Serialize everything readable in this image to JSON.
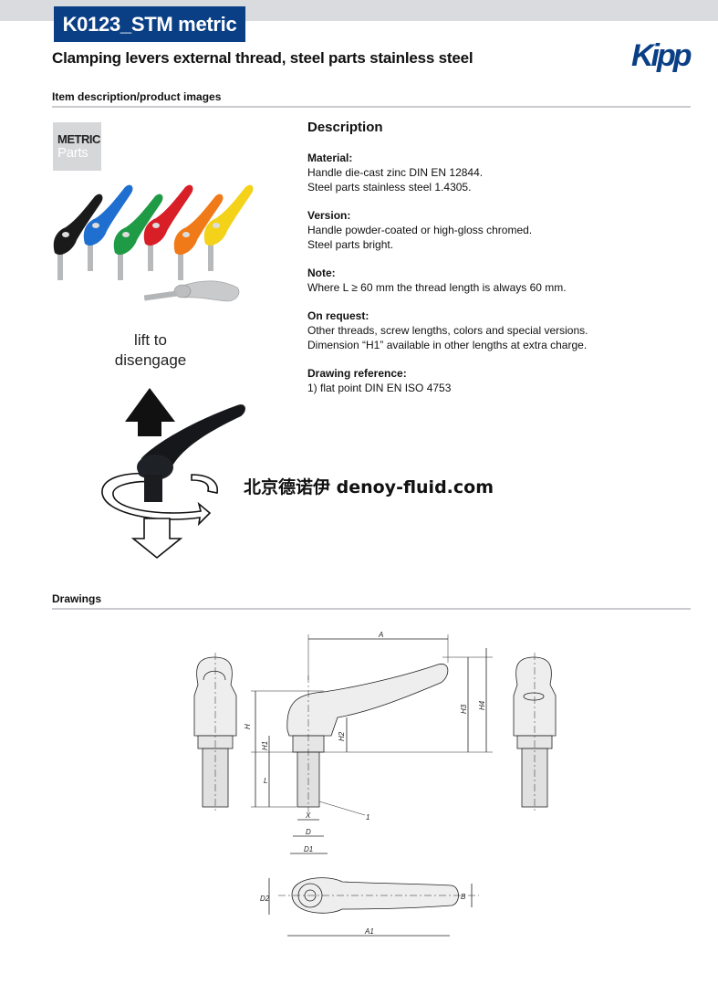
{
  "header": {
    "code": "K0123_STM metric",
    "title": "Clamping levers external thread, steel parts stainless steel",
    "logo_text": "Kipp"
  },
  "sections": {
    "item": "Item description/product images",
    "drawings": "Drawings"
  },
  "badge": {
    "line1": "METRIC",
    "line2": "Parts"
  },
  "lift": {
    "line1": "lift to",
    "line2": "disengage"
  },
  "description": {
    "heading": "Description",
    "material_label": "Material:",
    "material_lines": [
      "Handle die-cast zinc DIN EN 12844.",
      "Steel parts stainless steel 1.4305."
    ],
    "version_label": "Version:",
    "version_lines": [
      "Handle powder-coated or high-gloss chromed.",
      "Steel parts bright."
    ],
    "note_label": "Note:",
    "note_lines": [
      "Where L ≥ 60 mm the thread length is always 60 mm."
    ],
    "request_label": "On request:",
    "request_lines": [
      "Other threads, screw lengths, colors and special versions.",
      "Dimension “H1” available in other lengths at extra charge."
    ],
    "drawref_label": "Drawing reference:",
    "drawref_lines": [
      "1) flat point DIN EN ISO 4753"
    ]
  },
  "watermark": "北京德诺伊 denoy-fluid.com",
  "product_colors": [
    "#1a1a1a",
    "#1e6fd0",
    "#1f9a45",
    "#d81e26",
    "#f07a18",
    "#f4d21a",
    "#c9cacc"
  ],
  "dimensions": {
    "A": "A",
    "H": "H",
    "H1": "H1",
    "H2": "H2",
    "H3": "H3",
    "H4": "H4",
    "L": "L",
    "X": "X",
    "D": "D",
    "D1": "D1",
    "D2": "D2",
    "A1": "A1",
    "B": "B",
    "ref1": "1"
  },
  "colors": {
    "brand": "#0a3f86",
    "rule": "#c9cbce",
    "topbar": "#d9dbde"
  }
}
